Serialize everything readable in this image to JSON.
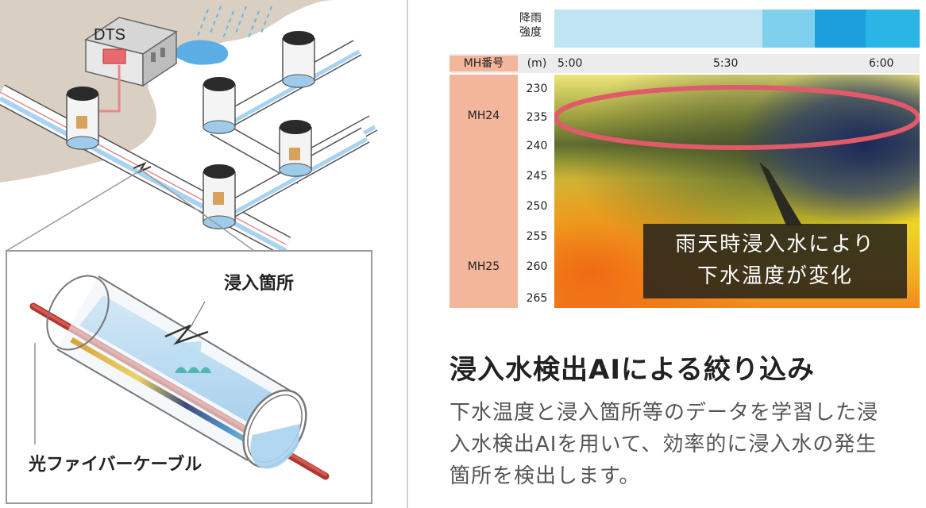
{
  "left_diagram": {
    "dts_label": "DTS",
    "intrusion_label": "浸入箇所",
    "cable_label": "光ファイバーケーブル"
  },
  "heatmap": {
    "rain_label_line1": "降雨",
    "rain_label_line2": "強度",
    "mh_header": "MH番号",
    "depth_unit": "(m)",
    "times": [
      "5:00",
      "5:30",
      "6:00"
    ],
    "manholes": [
      "MH24",
      "MH25"
    ],
    "depths": [
      "230",
      "235",
      "240",
      "245",
      "250",
      "255",
      "260",
      "265"
    ],
    "rain_intensity_colors": [
      "#bfe5f4",
      "#7fd0ec",
      "#1a9fdc",
      "#2ab5e6"
    ],
    "callout_line1": "雨天時浸入水により",
    "callout_line2": "下水温度が変化"
  },
  "title": "浸入水検出AIによる絞り込み",
  "description_lines": [
    "下水温度と浸入箇所等のデータを学習した浸",
    "入水検出AIを用いて、効率的に浸入水の発生",
    "箇所を検出します。"
  ]
}
